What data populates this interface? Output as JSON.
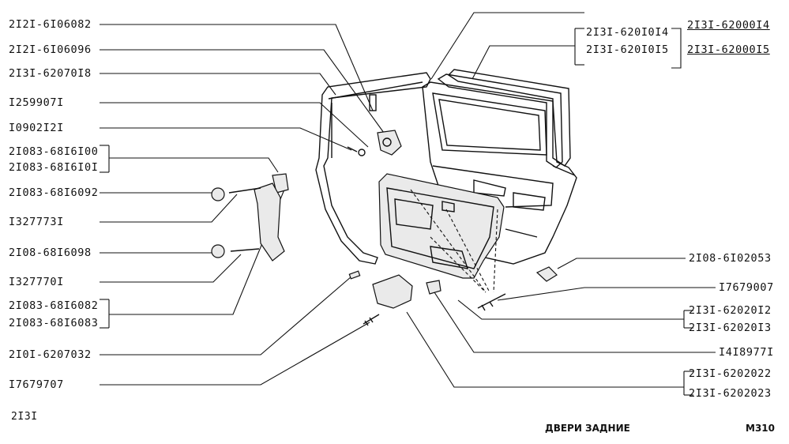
{
  "model": "2I3I",
  "title": "ДВЕРИ ЗАДНИЕ",
  "page_code": "M310",
  "left_labels": [
    "2I2I-6I06082",
    "2I2I-6I06096",
    "2I3I-62070I8",
    "I259907I",
    "I0902I2I",
    "2I083-68I6I00",
    "2I083-68I6I0I",
    "2I083-68I6092",
    "I327773I",
    "2I08-68I6098",
    "I327770I",
    "2I083-68I6082",
    "2I083-68I6083",
    "2I0I-6207032",
    "I7679707"
  ],
  "top_right_inner": [
    "2I3I-620I0I4",
    "2I3I-620I0I5"
  ],
  "top_right_outer": [
    "2I3I-62000I4",
    "2I3I-62000I5"
  ],
  "right_labels": [
    "2I08-6I02053",
    "I7679007",
    "2I3I-62020I2",
    "2I3I-62020I3",
    "I4I8977I",
    "2I3I-6202022",
    "2I3I-6202023"
  ]
}
